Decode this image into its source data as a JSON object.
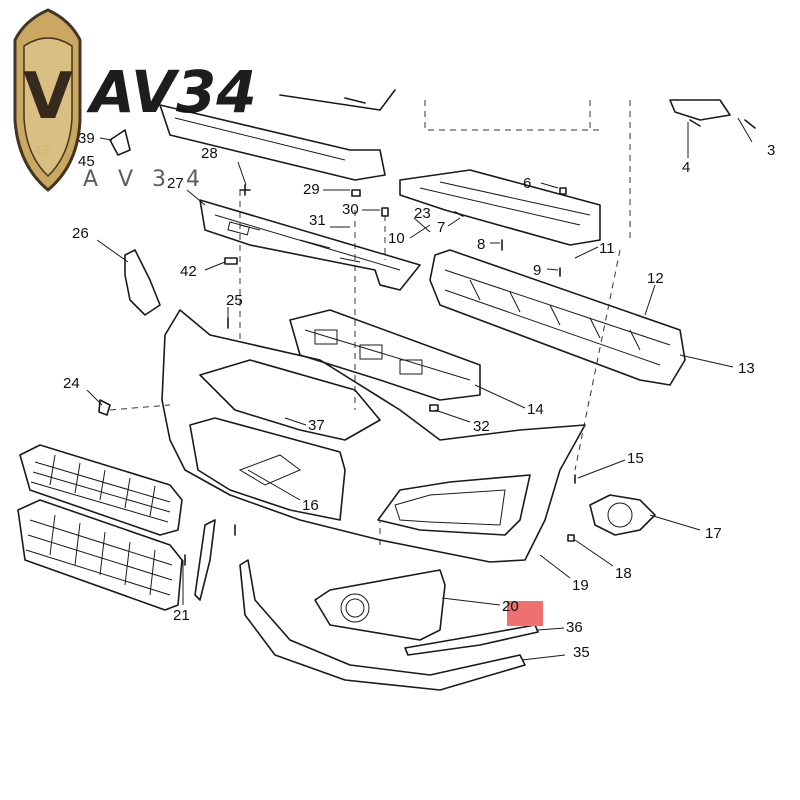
{
  "logo": {
    "shield_letter": "V",
    "wordmark": "AV34",
    "sub_letters": [
      "A",
      "V",
      "3",
      "4"
    ],
    "colors": {
      "gold": "#c8a45a",
      "dark": "#3a2a16"
    }
  },
  "highlight": {
    "color": "#f07070"
  },
  "callouts": [
    {
      "label": "3"
    },
    {
      "label": "4"
    },
    {
      "label": "6"
    },
    {
      "label": "7"
    },
    {
      "label": "8"
    },
    {
      "label": "9"
    },
    {
      "label": "10"
    },
    {
      "label": "11"
    },
    {
      "label": "12"
    },
    {
      "label": "13"
    },
    {
      "label": "14"
    },
    {
      "label": "15"
    },
    {
      "label": "16"
    },
    {
      "label": "17"
    },
    {
      "label": "18"
    },
    {
      "label": "19"
    },
    {
      "label": "20"
    },
    {
      "label": "21"
    },
    {
      "label": "23"
    },
    {
      "label": "24"
    },
    {
      "label": "25"
    },
    {
      "label": "26"
    },
    {
      "label": "27"
    },
    {
      "label": "28"
    },
    {
      "label": "29"
    },
    {
      "label": "30"
    },
    {
      "label": "31"
    },
    {
      "label": "32"
    },
    {
      "label": "35"
    },
    {
      "label": "36"
    },
    {
      "label": "37"
    },
    {
      "label": "39"
    },
    {
      "label": "42"
    },
    {
      "label": "43"
    },
    {
      "label": "45"
    }
  ]
}
